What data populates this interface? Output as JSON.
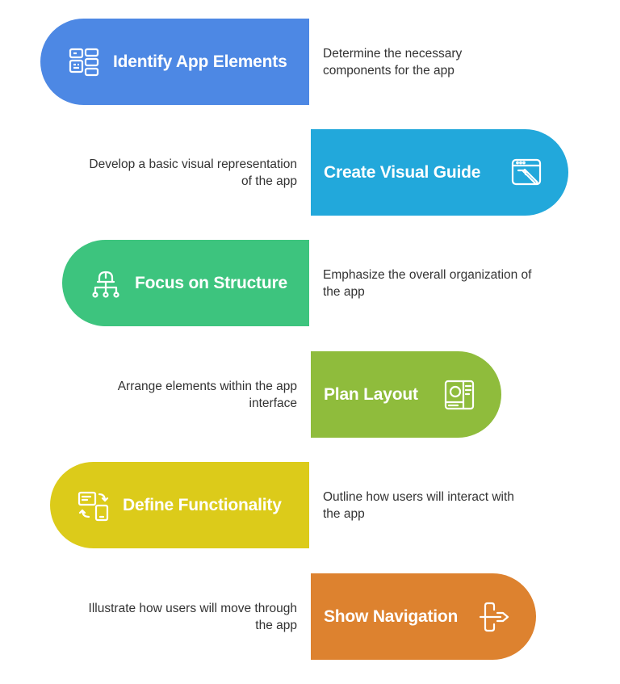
{
  "colors": {
    "blue": "#4d88e4",
    "cyan": "#22a8db",
    "green": "#3dc47e",
    "olive": "#8fbc3c",
    "yellow": "#dccb1a",
    "orange": "#dd822f",
    "text": "#333333"
  },
  "steps": [
    {
      "title": "Identify App Elements",
      "description": "Determine the necessary components for the app",
      "icon": "components-grid-icon",
      "color": "#4d88e4"
    },
    {
      "title": "Create Visual Guide",
      "description": "Develop a basic visual representation of the app",
      "icon": "pen-on-window-icon",
      "color": "#22a8db"
    },
    {
      "title": "Focus on Structure",
      "description": "Emphasize the overall organization of the app",
      "icon": "hierarchy-structure-icon",
      "color": "#3dc47e"
    },
    {
      "title": "Plan Layout",
      "description": "Arrange elements within the app interface",
      "icon": "layout-blueprint-icon",
      "color": "#8fbc3c"
    },
    {
      "title": "Define Functionality",
      "description": "Outline how users will interact with the app",
      "icon": "screen-sync-icon",
      "color": "#dccb1a"
    },
    {
      "title": "Show Navigation",
      "description": "Illustrate how users will move through the app",
      "icon": "navigation-exit-icon",
      "color": "#dd822f"
    }
  ]
}
